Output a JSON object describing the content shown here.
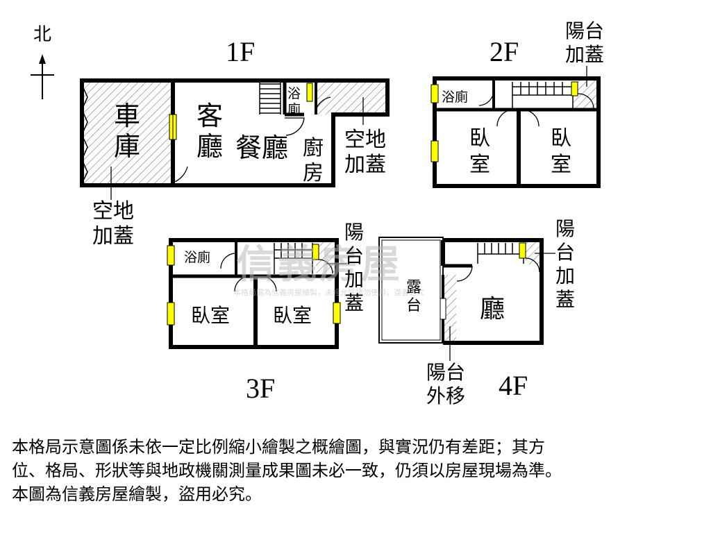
{
  "north_label": "北",
  "floors": {
    "f1": {
      "title": "1F",
      "garage": "車\n庫",
      "living": "客\n廳",
      "dining": "餐廳",
      "kitchen": "廚\n房",
      "bath": "浴\n廁",
      "yard_addition_right": "空地\n加蓋",
      "yard_addition_left": "空地\n加蓋"
    },
    "f2": {
      "title": "2F",
      "bath": "浴廁",
      "bedroom_left": "臥\n室",
      "bedroom_right": "臥\n室",
      "balcony_addition": "陽台\n加蓋"
    },
    "f3": {
      "title": "3F",
      "bath": "浴廁",
      "bedroom_left": "臥室",
      "bedroom_right": "臥室",
      "balcony_addition": "陽\n台\n加\n蓋"
    },
    "f4": {
      "title": "4F",
      "terrace": "露\n台",
      "hall": "廳",
      "balcony_moved": "陽台\n外移",
      "balcony_addition": "陽\n台\n加\n蓋"
    }
  },
  "watermark": {
    "logo": "信義房屋",
    "notice": "本格局圖為信義房屋繪製，未經允許請勿使用，違者必究"
  },
  "disclaimer": [
    "本格局示意圖係未依一定比例縮小繪製之概繪圖，與實況仍有差距；其方",
    "位、格局、形狀等與地政機關測量成果圖未必一致，仍須以房屋現場為準。",
    "本圖為信義房屋繪製，盜用必究。"
  ]
}
